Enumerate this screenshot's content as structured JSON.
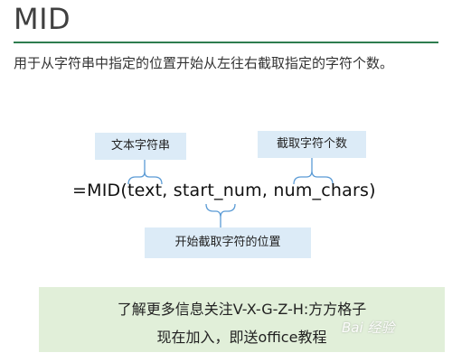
{
  "page": {
    "title": "MID",
    "description": "用于从字符串中指定的位置开始从左往右截取指定的字符个数。"
  },
  "diagram": {
    "labels": {
      "text_string": "文本字符串",
      "num_chars": "截取字符个数",
      "start_position": "开始截取字符的位置"
    },
    "formula": "=MID(text, start_num, num_chars)"
  },
  "promo": {
    "line1": "了解更多信息关注V-X-G-Z-H:方方格子",
    "line2": "现在加入，即送office教程"
  },
  "watermark": {
    "text": "Bai 经验"
  },
  "colors": {
    "title_rule": "#2e7d4f",
    "label_bg": "#dcebf7",
    "bracket": "#5b9bd5",
    "promo_bg": "#e1efd9"
  }
}
